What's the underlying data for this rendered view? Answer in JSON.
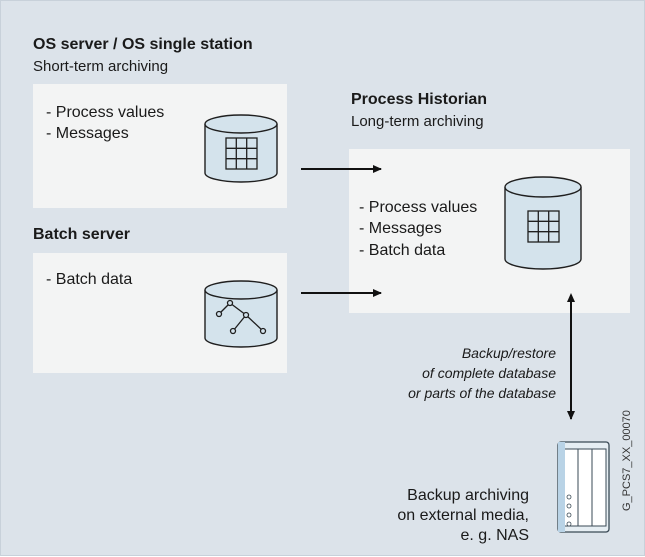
{
  "os_server": {
    "title": "OS server / OS single station",
    "subtitle": "Short-term archiving",
    "items": [
      "- Process values",
      "- Messages"
    ]
  },
  "batch_server": {
    "title": "Batch server",
    "items": [
      "- Batch data"
    ]
  },
  "historian": {
    "title": "Process Historian",
    "subtitle": "Long-term archiving",
    "items": [
      "- Process values",
      "- Messages",
      "- Batch data"
    ]
  },
  "backup_note": [
    "Backup/restore",
    "of complete database",
    "or parts of the database"
  ],
  "nas": {
    "label_lines": [
      "Backup archiving",
      "on external media,",
      "e. g. NAS"
    ]
  },
  "figure_id": "G_PCS7_XX_00070",
  "icons": {
    "os_db": "database-table-icon",
    "batch_db": "database-tree-icon",
    "historian_db": "database-table-icon",
    "nas": "nas-storage-icon"
  },
  "colors": {
    "background": "#dce3ea",
    "panel": "#f3f4f4",
    "db_fill": "#d4e3ec",
    "db_stroke": "#1f1f1f"
  }
}
